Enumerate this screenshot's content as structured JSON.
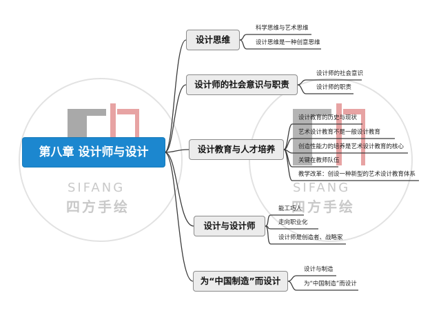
{
  "root": {
    "label": "第八章 设计师与设计"
  },
  "branches": [
    {
      "label": "设计思维",
      "leaves": [
        "科学思维与艺术思维",
        "设计思维是一种创意思维"
      ]
    },
    {
      "label": "设计师的社会意识与职责",
      "leaves": [
        "设计师的社会意识",
        "设计师的职责"
      ]
    },
    {
      "label": "设计教育与人才培养",
      "leaves": [
        "设计教育的历史与现状",
        "艺术设计教育不是一般设计教育",
        "创造性能力的培养是艺术设计教育的核心",
        "关键在教师队伍",
        "教学改革：创设一种新型的艺术设计教育体系"
      ]
    },
    {
      "label": "设计与设计师",
      "leaves": [
        "能工巧人",
        "走向职业化",
        "设计师是创造者、战略家"
      ]
    },
    {
      "label": "为“中国制造”而设计",
      "leaves": [
        "设计与制造",
        "为“中国制造”而设计"
      ]
    }
  ],
  "watermark": {
    "text": "SIFANG",
    "subtext": "四方手绘"
  },
  "colors": {
    "root_bg": "#1c87cf",
    "branch_bg": "#ececec",
    "line": "#3a3a3a",
    "watermark": "#c9c9c9",
    "watermark_accent": "#e7a3a3"
  }
}
